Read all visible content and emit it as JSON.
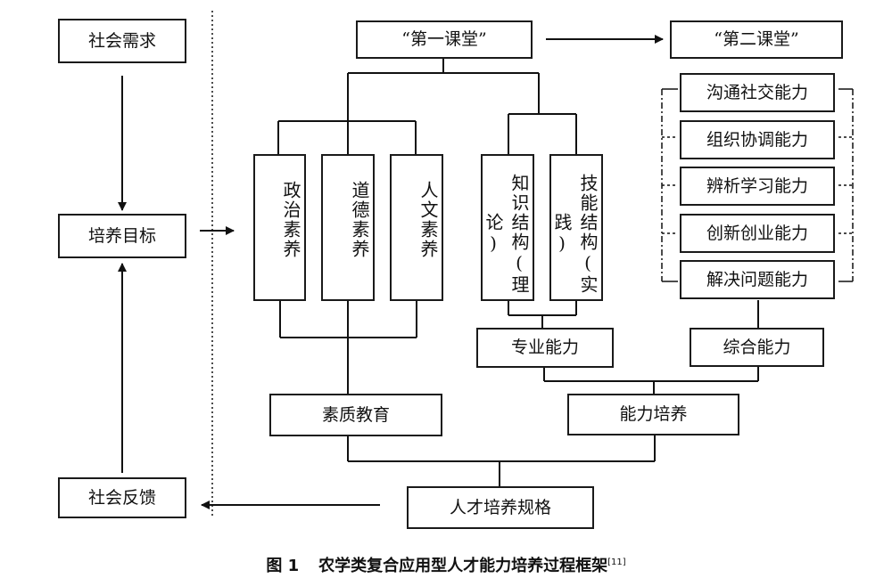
{
  "left_column": {
    "social_demand": "社会需求",
    "training_goal": "培养目标",
    "social_feedback": "社会反馈"
  },
  "classrooms": {
    "first": "“第一课堂”",
    "second": "“第二课堂”"
  },
  "qualities": {
    "political": "政治素养",
    "moral": "道德素养",
    "humanistic": "人文素养"
  },
  "structures": {
    "knowledge": "知识结构(理论)",
    "skill": "技能结构(实践)"
  },
  "abilities": [
    "沟通社交能力",
    "组织协调能力",
    "辨析学习能力",
    "创新创业能力",
    "解决问题能力"
  ],
  "mid": {
    "professional": "专业能力",
    "comprehensive": "综合能力",
    "quality_education": "素质教育",
    "ability_training": "能力培养",
    "talent_spec": "人才培养规格"
  },
  "caption": {
    "figure_no": "图 1",
    "title": "农学类复合应用型人才能力培养过程框架",
    "ref": "[11]"
  }
}
